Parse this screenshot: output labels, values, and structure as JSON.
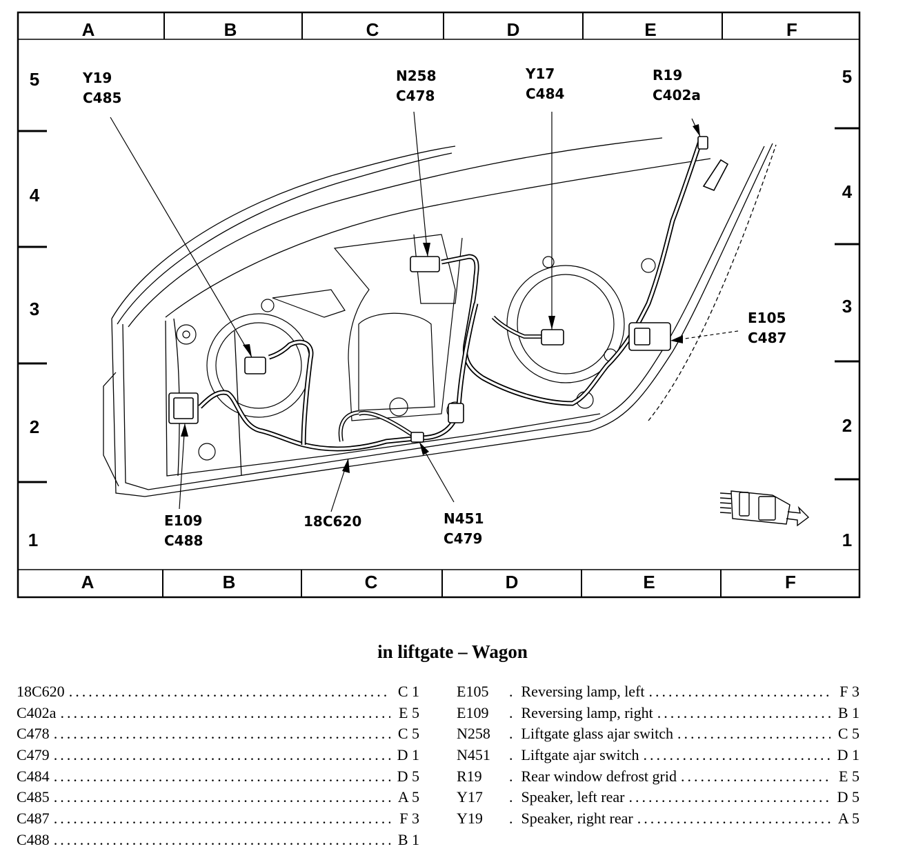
{
  "grid": {
    "columns": [
      "A",
      "B",
      "C",
      "D",
      "E",
      "F"
    ],
    "rows": [
      "5",
      "4",
      "3",
      "2",
      "1"
    ]
  },
  "callouts": {
    "y19": {
      "code": "Y19",
      "connector": "C485"
    },
    "n258": {
      "code": "N258",
      "connector": "C478"
    },
    "y17": {
      "code": "Y17",
      "connector": "C484"
    },
    "r19": {
      "code": "R19",
      "connector": "C402a"
    },
    "e105": {
      "code": "E105",
      "connector": "C487"
    },
    "e109": {
      "code": "E109",
      "connector": "C488"
    },
    "c18c620": {
      "label": "18C620"
    },
    "n451": {
      "code": "N451",
      "connector": "C479"
    }
  },
  "caption": "in liftgate – Wagon",
  "legend_left": [
    {
      "code": "18C620",
      "location": "C 1"
    },
    {
      "code": "C402a",
      "location": "E 5"
    },
    {
      "code": "C478",
      "location": "C 5"
    },
    {
      "code": "C479",
      "location": "D 1"
    },
    {
      "code": "C484",
      "location": "D 5"
    },
    {
      "code": "C485",
      "location": "A 5"
    },
    {
      "code": "C487",
      "location": "F 3"
    },
    {
      "code": "C488",
      "location": "B 1"
    }
  ],
  "legend_right": [
    {
      "code": "E105",
      "description": "Reversing lamp, left",
      "location": "F 3"
    },
    {
      "code": "E109",
      "description": "Reversing lamp, right",
      "location": "B 1"
    },
    {
      "code": "N258",
      "description": "Liftgate glass ajar switch",
      "location": "C 5"
    },
    {
      "code": "N451",
      "description": "Liftgate ajar switch",
      "location": "D 1"
    },
    {
      "code": "R19",
      "description": "Rear window defrost grid",
      "location": "E 5"
    },
    {
      "code": "Y17",
      "description": "Speaker, left rear",
      "location": "D 5"
    },
    {
      "code": "Y19",
      "description": "Speaker, right rear",
      "location": "A 5"
    }
  ],
  "legend_separator": "."
}
